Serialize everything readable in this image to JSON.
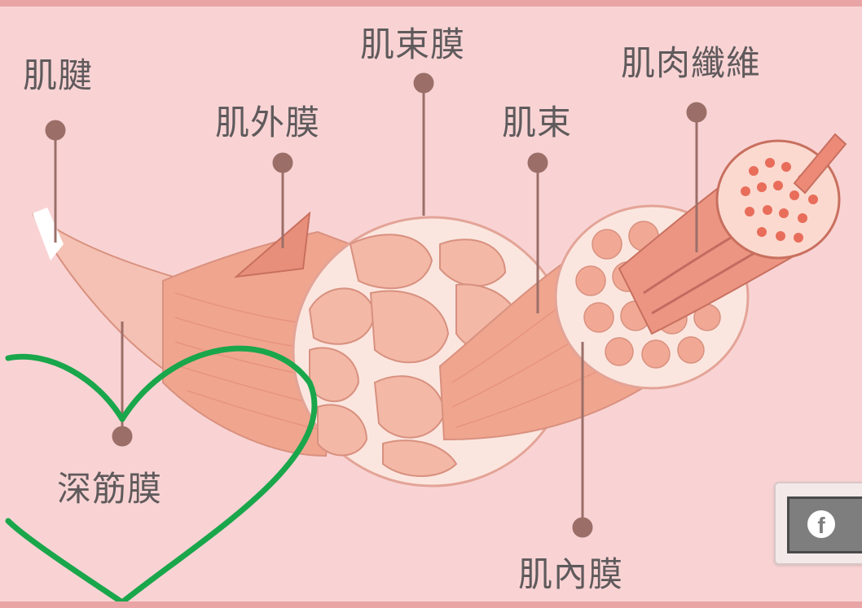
{
  "labels": {
    "tendon": "肌腱",
    "epimysium": "肌外膜",
    "perimysium": "肌束膜",
    "fascicle": "肌束",
    "muscle_fiber": "肌肉纖維",
    "deep_fascia": "深筋膜",
    "endomysium": "肌內膜"
  },
  "colors": {
    "background": "#f9d3d4",
    "label_text": "#5f5a5c",
    "pointer": "#9b6f68",
    "heart_outline": "#1aa64b",
    "muscle": "#f0a58f",
    "muscle_dark": "#e38b76"
  },
  "share_widget": {
    "icon": "facebook-icon"
  },
  "decoration": {
    "icon": "heart-outline-icon"
  }
}
